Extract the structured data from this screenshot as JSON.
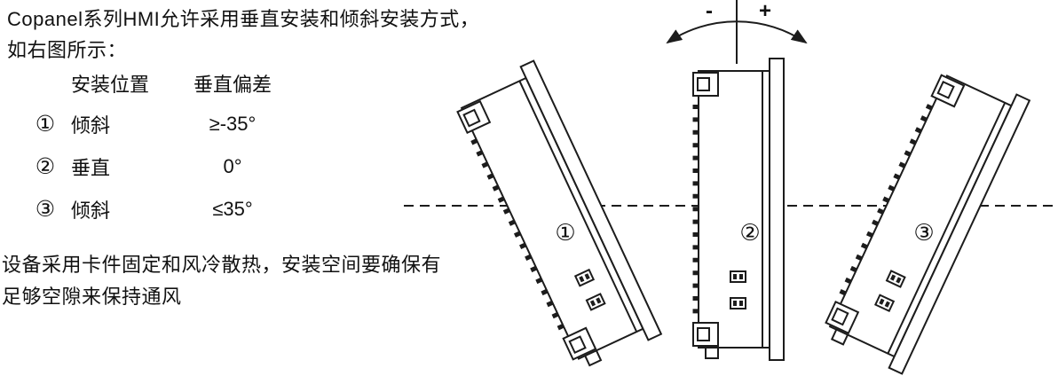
{
  "intro": {
    "line1": "Copanel系列HMI允许采用垂直安装和倾斜安装方式，",
    "line2": "如右图所示："
  },
  "table": {
    "col_position": "安装位置",
    "col_deviation": "垂直偏差",
    "rows": [
      {
        "marker": "①",
        "position": "倾斜",
        "deviation": "≥-35°"
      },
      {
        "marker": "②",
        "position": "垂直",
        "deviation": "0°"
      },
      {
        "marker": "③",
        "position": "倾斜",
        "deviation": "≤35°"
      }
    ]
  },
  "note": {
    "line1": "设备采用卡件固定和风冷散热，安装空间要确保有",
    "line2": "足够空隙来保持通风"
  },
  "diagram": {
    "minus": "-",
    "plus": "+",
    "labels": [
      "①",
      "②",
      "③"
    ]
  }
}
